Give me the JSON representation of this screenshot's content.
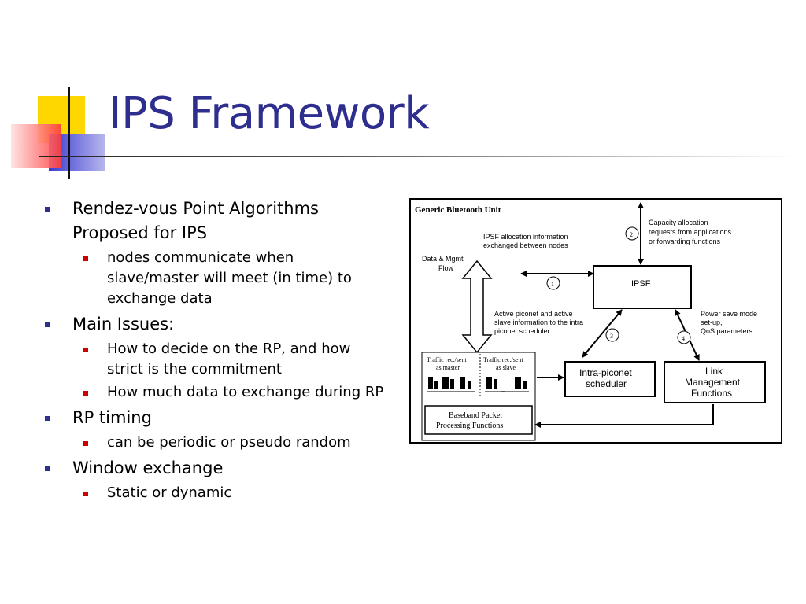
{
  "slide": {
    "title": "IPS Framework",
    "bullets": [
      {
        "text": "Rendez-vous Point Algorithms Proposed for IPS",
        "sub": [
          "nodes communicate when slave/master will meet (in time) to exchange data"
        ]
      },
      {
        "text": "Main Issues:",
        "sub": [
          "How to decide on the RP, and how strict is the commitment",
          "How much data to exchange during RP"
        ]
      },
      {
        "text": "RP timing",
        "sub": [
          "can be periodic or pseudo random"
        ]
      },
      {
        "text": "Window exchange",
        "sub": [
          "Static or dynamic"
        ]
      }
    ]
  },
  "figure": {
    "heading": "Generic Bluetooth Unit",
    "data_mgmt": [
      "Data & Mgmt",
      "Flow"
    ],
    "ipsf_info": [
      "IPSF allocation information",
      "exchanged between nodes"
    ],
    "capacity": [
      "Capacity allocation",
      "requests from applications",
      "or forwarding functions"
    ],
    "active_piconet": [
      "Active piconet  and active",
      "slave information to the intra",
      "piconet scheduler"
    ],
    "power_save": [
      "Power save mode",
      "set-up,",
      "QoS parameters"
    ],
    "ipsf_box": "IPSF",
    "intra_box": [
      "Intra-piconet",
      "scheduler"
    ],
    "link_box": [
      "Link",
      "Management",
      "Functions"
    ],
    "baseband_box": [
      "Baseband Packet",
      "Processing Functions"
    ],
    "traffic_master": [
      "Traffic rec./sent",
      "as master"
    ],
    "traffic_slave": [
      "Traffic rec./sent",
      "as slave"
    ],
    "num1": "1",
    "num2": "2",
    "num3": "3",
    "num4": "4"
  },
  "colors": {
    "title": "#2e2e8f",
    "bullet_level1": "#2e2e8f",
    "bullet_level2": "#cc0000",
    "deco_yellow": "#ffd700",
    "deco_red": "#ff3b3b",
    "deco_blue": "#3a3ad0"
  }
}
